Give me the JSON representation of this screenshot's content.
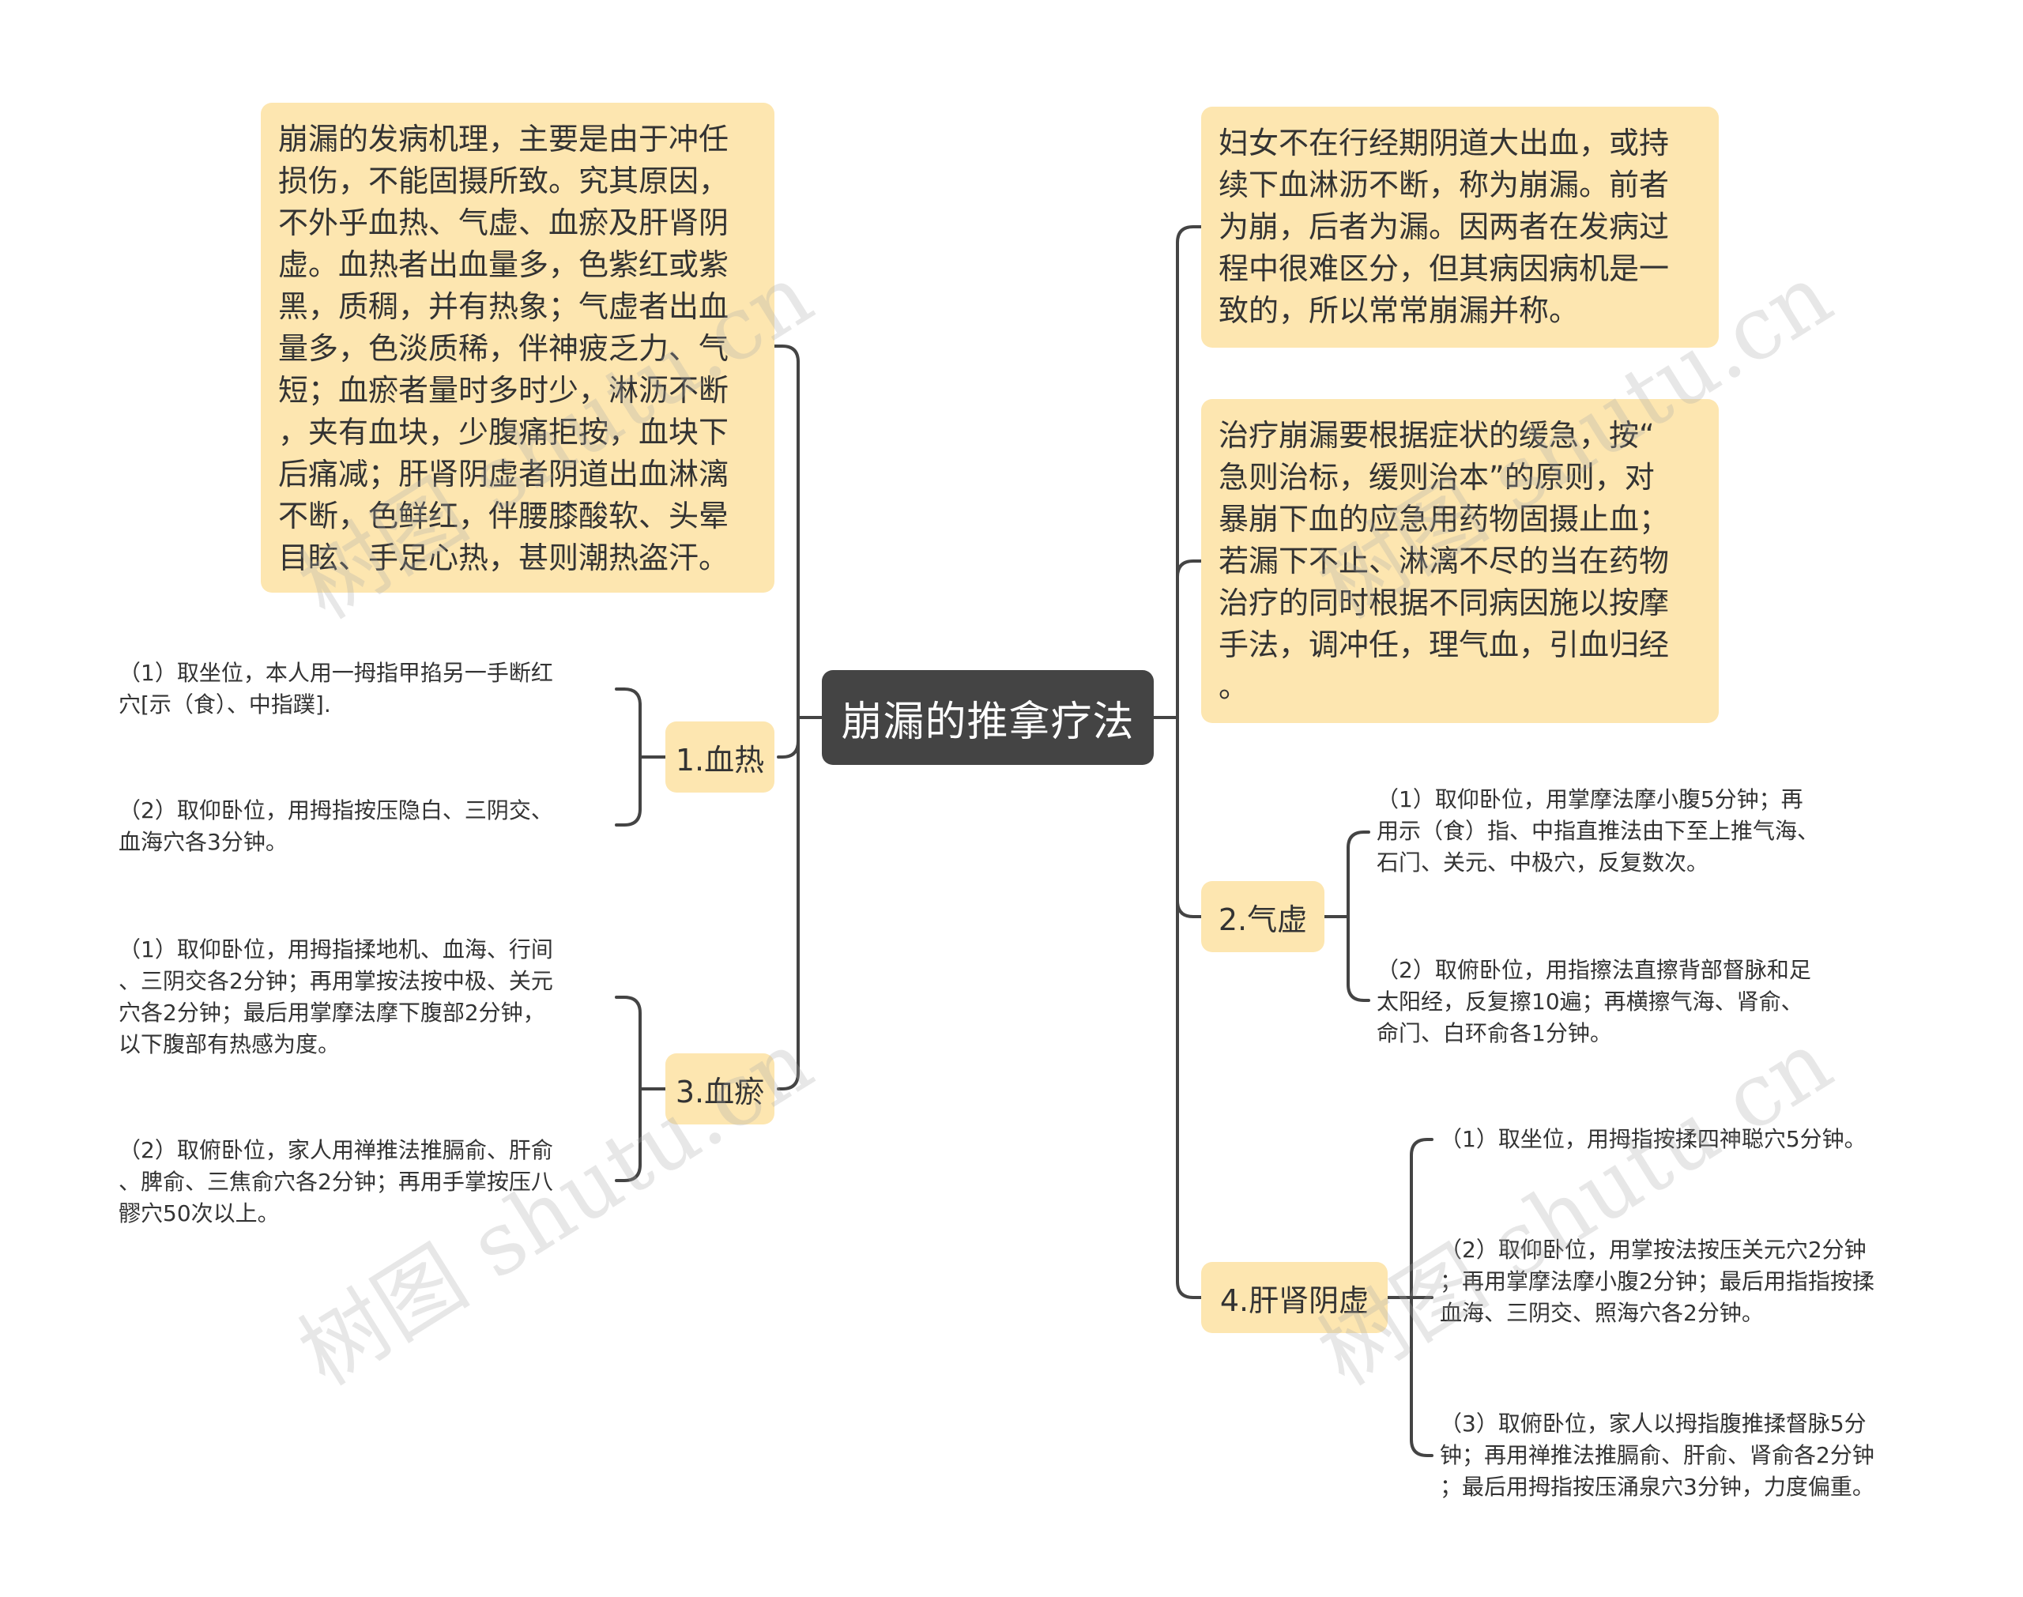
{
  "root": {
    "label": "崩漏的推拿疗法"
  },
  "left": {
    "mechanism": {
      "lines": [
        "崩漏的发病机理，主要是由于冲任",
        "损伤，不能固摄所致。究其原因，",
        "不外乎血热、气虚、血瘀及肝肾阴",
        "虚。血热者出血量多，色紫红或紫",
        "黑，质稠，并有热象；气虚者出血",
        "量多，色淡质稀，伴神疲乏力、气",
        "短；血瘀者量时多时少，淋沥不断",
        "，夹有血块，少腹痛拒按，血块下",
        "后痛减；肝肾阴虚者阴道出血淋漓",
        "不断，色鲜红，伴腰膝酸软、头晕",
        "目眩、手足心热，甚则潮热盗汗。"
      ]
    },
    "xuere": {
      "label": "1.血热",
      "items": [
        [
          "（1）取坐位，本人用一拇指甲掐另一手断红",
          "穴[示（食）、中指蹼]."
        ],
        [
          "（2）取仰卧位，用拇指按压隐白、三阴交、",
          "血海穴各3分钟。"
        ]
      ]
    },
    "xueyu": {
      "label": "3.血瘀",
      "items": [
        [
          "（1）取仰卧位，用拇指揉地机、血海、行间",
          "、三阴交各2分钟；再用掌按法按中极、关元",
          "穴各2分钟；最后用掌摩法摩下腹部2分钟，",
          "以下腹部有热感为度。"
        ],
        [
          "（2）取俯卧位，家人用禅推法推膈俞、肝俞",
          "、脾俞、三焦俞穴各2分钟；再用手掌按压八",
          "髎穴50次以上。"
        ]
      ]
    }
  },
  "right": {
    "definition": {
      "lines": [
        "妇女不在行经期阴道大出血，或持",
        "续下血淋沥不断，称为崩漏。前者",
        "为崩，后者为漏。因两者在发病过",
        "程中很难区分，但其病因病机是一",
        "致的，所以常常崩漏并称。"
      ]
    },
    "principle": {
      "lines": [
        "治疗崩漏要根据症状的缓急，按“",
        "急则治标，缓则治本”的原则，对",
        "暴崩下血的应急用药物固摄止血；",
        "若漏下不止、淋漓不尽的当在药物",
        "治疗的同时根据不同病因施以按摩",
        "手法，调冲任，理气血，引血归经",
        "。"
      ]
    },
    "qixu": {
      "label": "2.气虚",
      "items": [
        [
          "（1）取仰卧位，用掌摩法摩小腹5分钟；再",
          "用示（食）指、中指直推法由下至上推气海、",
          "石门、关元、中极穴，反复数次。"
        ],
        [
          "（2）取俯卧位，用指擦法直擦背部督脉和足",
          "太阳经，反复擦10遍；再横擦气海、肾俞、",
          "命门、白环俞各1分钟。"
        ]
      ]
    },
    "ganshen": {
      "label": "4.肝肾阴虚",
      "items": [
        [
          "（1）取坐位，用拇指按揉四神聪穴5分钟。"
        ],
        [
          "（2）取仰卧位，用掌按法按压关元穴2分钟",
          "；再用掌摩法摩小腹2分钟；最后用指指按揉",
          "血海、三阴交、照海穴各2分钟。"
        ],
        [
          "（3）取俯卧位，家人以拇指腹推揉督脉5分",
          "钟；再用禅推法推膈俞、肝俞、肾俞各2分钟",
          "；最后用拇指按压涌泉穴3分钟，力度偏重。"
        ]
      ]
    }
  },
  "watermark": "树图 shutu.cn",
  "colors": {
    "root_bg": "#444444",
    "node_bg": "#fde6b0",
    "line": "#444444"
  }
}
